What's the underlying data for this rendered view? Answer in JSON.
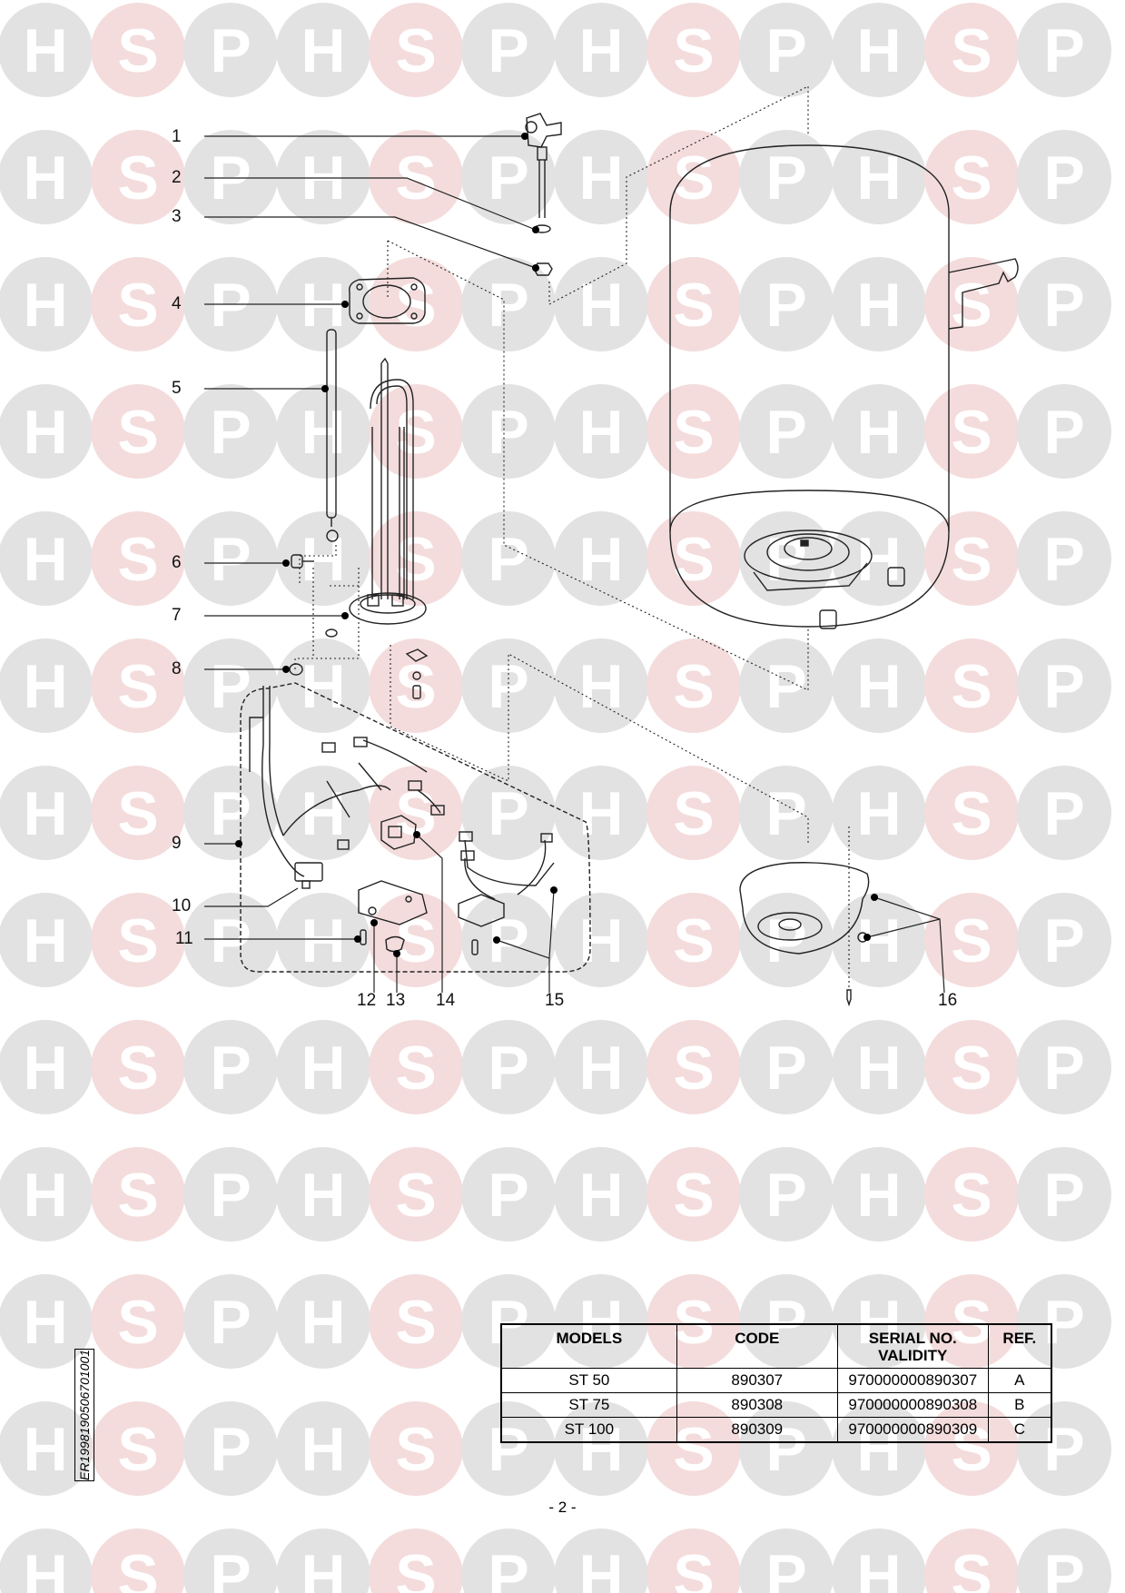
{
  "watermark": {
    "letters": [
      "H",
      "S",
      "P"
    ]
  },
  "colors": {
    "watermark_grey": "#e2e2e2",
    "watermark_pink": "#f4dcdc",
    "watermark_letter": "#ffffff",
    "line_art": "#222222"
  },
  "callouts": [
    "1",
    "2",
    "3",
    "4",
    "5",
    "6",
    "7",
    "8",
    "9",
    "10",
    "11",
    "12",
    "13",
    "14",
    "15",
    "16"
  ],
  "models_table": {
    "headers": [
      "MODELS",
      "CODE",
      "SERIAL NO. VALIDITY",
      "REF."
    ],
    "rows": [
      {
        "model": "ST 50",
        "code": "890307",
        "serial": "970000000890307",
        "ref": "A"
      },
      {
        "model": "ST 75",
        "code": "890308",
        "serial": "970000000890308",
        "ref": "B"
      },
      {
        "model": "ST 100",
        "code": "890309",
        "serial": "970000000890309",
        "ref": "C"
      }
    ]
  },
  "document_code": "ER1998190506701001",
  "page_number": "- 2 -"
}
